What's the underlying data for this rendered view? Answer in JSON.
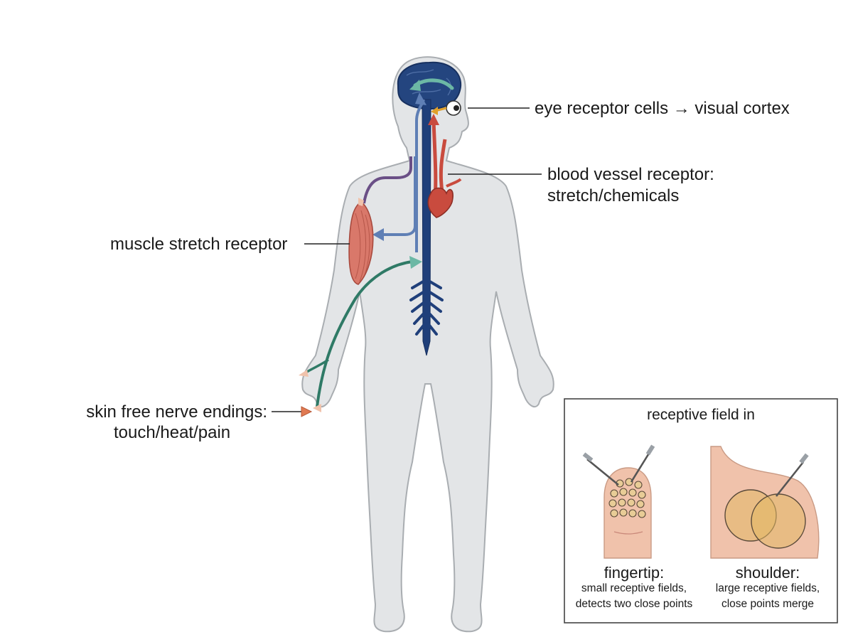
{
  "labels": {
    "eye": "eye receptor cells → visual cortex",
    "blood_vessel_line1": "blood vessel receptor:",
    "blood_vessel_line2": "stretch/chemicals",
    "muscle": "muscle stretch receptor",
    "skin_line1": "skin free nerve endings:",
    "skin_line2": "touch/heat/pain"
  },
  "inset": {
    "title": "receptive field in",
    "fingertip": {
      "heading": "fingertip:",
      "caption_line1": "small receptive fields,",
      "caption_line2": "detects two close points"
    },
    "shoulder": {
      "heading": "shoulder:",
      "caption_line1": "large receptive fields,",
      "caption_line2": "close points merge"
    }
  },
  "colors": {
    "body_fill": "#e3e5e7",
    "body_outline": "#a9adb1",
    "nerve_blue": "#1f3f7a",
    "brain_blue": "#24457f",
    "afferent_blue": "#5f7fb5",
    "vessel_red": "#c94b3e",
    "muscle_red": "#d9786a",
    "skin_green": "#2f7a66",
    "purple": "#6a4f86",
    "skin_tone": "#f0c2ab"
  }
}
